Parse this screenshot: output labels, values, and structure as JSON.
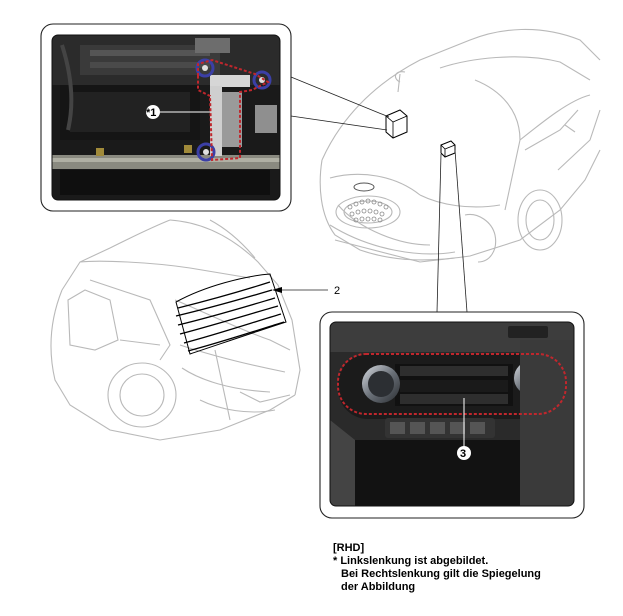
{
  "callouts": {
    "c1": "*1",
    "c2": "2",
    "c3": "3"
  },
  "notes": {
    "header": "[RHD]",
    "line1": "* Linkslenkung ist abgebildet.",
    "line2": "Bei Rechtslenkung gilt die Spiegelung",
    "line3": "der Abbildung"
  },
  "colors": {
    "highlight": "#c0272d",
    "fastener": "#3b3fa6",
    "photo_dark": "#1c1c1c"
  }
}
